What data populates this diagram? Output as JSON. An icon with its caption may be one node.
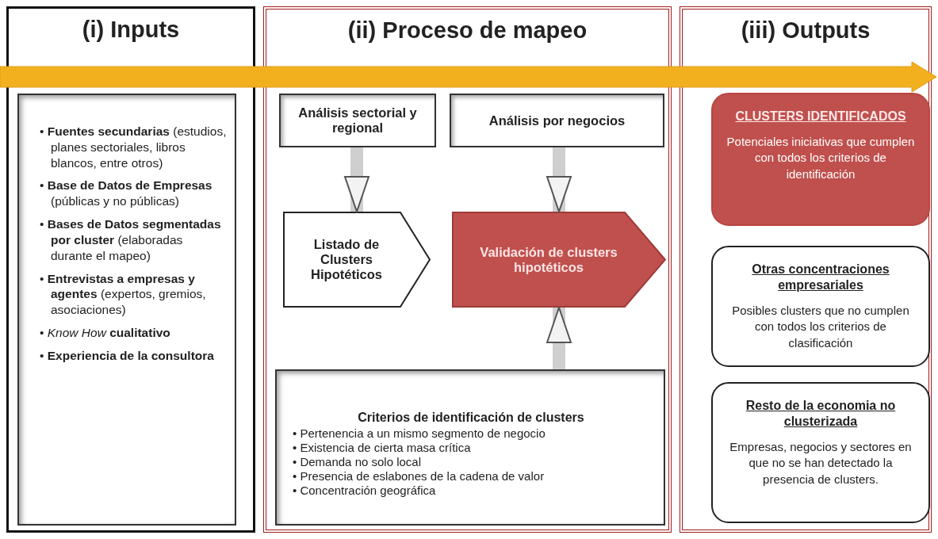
{
  "diagram": {
    "nodes": [
      {
        "text": [
          "(i) Inputs"
        ]
      },
      {
        "text": [
          "• **Fuentes secundarias** (estudios, planes sectoriales, libros blancos, entre otros)",
          "• **Base de Datos de Empresas** (públicas y no públicas)",
          "• **Bases de Datos segmentadas por cluster** (elaboradas durante el mapeo)",
          "• **Entrevistas a empresas y agentes** (expertos, gremios, asociaciones)",
          "• *Know How* **cualitativo**",
          "• **Experiencia de la consultora**"
        ],
        "in": 0
      },
      {
        "text": [
          "(ii) Proceso de mapeo"
        ]
      },
      {
        "text": [
          "Análisis sectorial y regional"
        ],
        "in": 2
      },
      {
        "text": [
          "Análisis por negocios"
        ],
        "in": 2
      },
      {
        "text": [
          "Listado de Clusters Hipotéticos"
        ],
        "in": 2
      },
      {
        "text": [
          "Validación de clusters hipotéticos"
        ],
        "in": 2
      },
      {
        "text": [
          "Criterios de identificación de clusters",
          "• Pertenencia a un mismo segmento de negocio",
          "• Existencia de cierta masa crítica",
          "• Demanda no solo local",
          "• Presencia de eslabones de la cadena de valor",
          "• Concentración geográfica"
        ],
        "in": 2
      },
      {
        "text": [
          "(iii) Outputs"
        ]
      },
      {
        "text": [
          "CLUSTERS IDENTIFICADOS",
          "Potenciales iniciativas que cumplen con todos los criterios de identificación"
        ],
        "in": 8
      },
      {
        "text": [
          "Otras concentraciones empresariales",
          "Posibles clusters que no cumplen con todos los criterios de clasificación"
        ],
        "in": 8
      },
      {
        "text": [
          "Resto de la economia no clusterizada",
          "Empresas, negocios y sectores en que no se han detectado la presencia de clusters."
        ],
        "in": 8
      }
    ],
    "edges": [
      {
        "from": 3,
        "to": 5,
        "arrow": "to"
      },
      {
        "from": 4,
        "to": 6,
        "arrow": "to"
      },
      {
        "from": 7,
        "to": 6,
        "arrow": "to"
      }
    ]
  }
}
